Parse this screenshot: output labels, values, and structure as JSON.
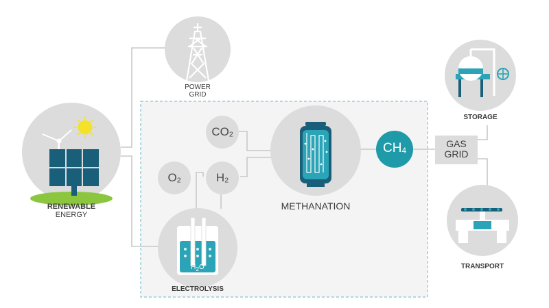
{
  "power_grid": {
    "line1": "POWER",
    "line2": "GRID"
  },
  "renewable_energy": {
    "line1": "RENEWABLE",
    "line2": "ENERGY"
  },
  "methanation": "METHANATION",
  "electrolysis": "ELECTROLYSIS",
  "water_label": {
    "base": "H",
    "sub": "2",
    "tail": "O"
  },
  "co2": {
    "base": "CO",
    "sub": "2"
  },
  "o2": {
    "base": "O",
    "sub": "2"
  },
  "h2": {
    "base": "H",
    "sub": "2"
  },
  "ch4": {
    "base": "CH",
    "sub": "4"
  },
  "gas_grid": {
    "line1": "GAS",
    "line2": "GRID"
  },
  "storage": "STORAGE",
  "transport": "TRANSPORT",
  "colors": {
    "circle_gray": "#dcdcdc",
    "connector": "#c8c8c8",
    "accent_teal": "#1e9aa8",
    "dashed_box": "#7fc4d6",
    "text": "#3a3a3a"
  }
}
